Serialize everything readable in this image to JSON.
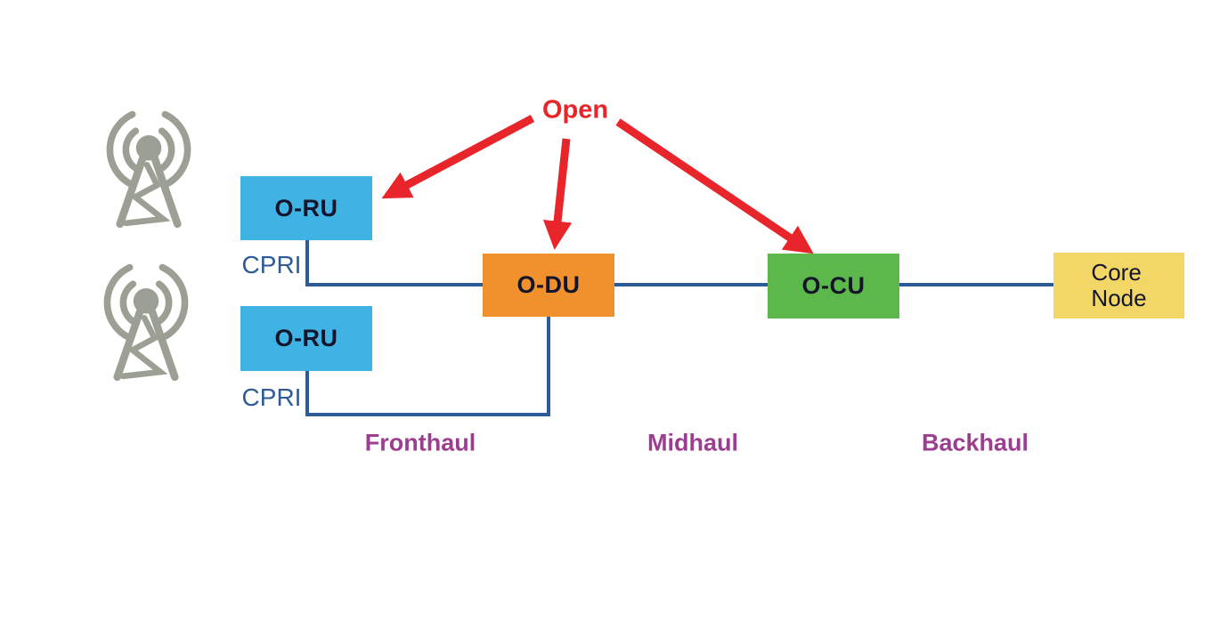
{
  "diagram": {
    "annotation": {
      "open_label": "Open"
    },
    "nodes": {
      "oru1": {
        "label": "O-RU",
        "color": "#3fb4e4"
      },
      "oru2": {
        "label": "O-RU",
        "color": "#3fb4e4"
      },
      "odu": {
        "label": "O-DU",
        "color": "#f0912d"
      },
      "ocu": {
        "label": "O-CU",
        "color": "#5db84b"
      },
      "core": {
        "label": "Core\nNode",
        "color": "#f2d766"
      }
    },
    "interface_labels": {
      "cpri1": "CPRI",
      "cpri2": "CPRI"
    },
    "segment_labels": {
      "fronthaul": "Fronthaul",
      "midhaul": "Midhaul",
      "backhaul": "Backhaul"
    },
    "icons": {
      "tower1": "radio-tower-icon",
      "tower2": "radio-tower-icon"
    },
    "colors": {
      "node_blue": "#3fb4e4",
      "node_orange": "#f0912d",
      "node_green": "#5db84b",
      "node_yellow": "#f2d766",
      "connector_blue": "#2e5b97",
      "cpri_text_blue": "#2e5b97",
      "arrow_red": "#e8252a",
      "haul_purple": "#9c3d8f",
      "tower_gray": "#9ca094",
      "background": "#ffffff"
    }
  }
}
